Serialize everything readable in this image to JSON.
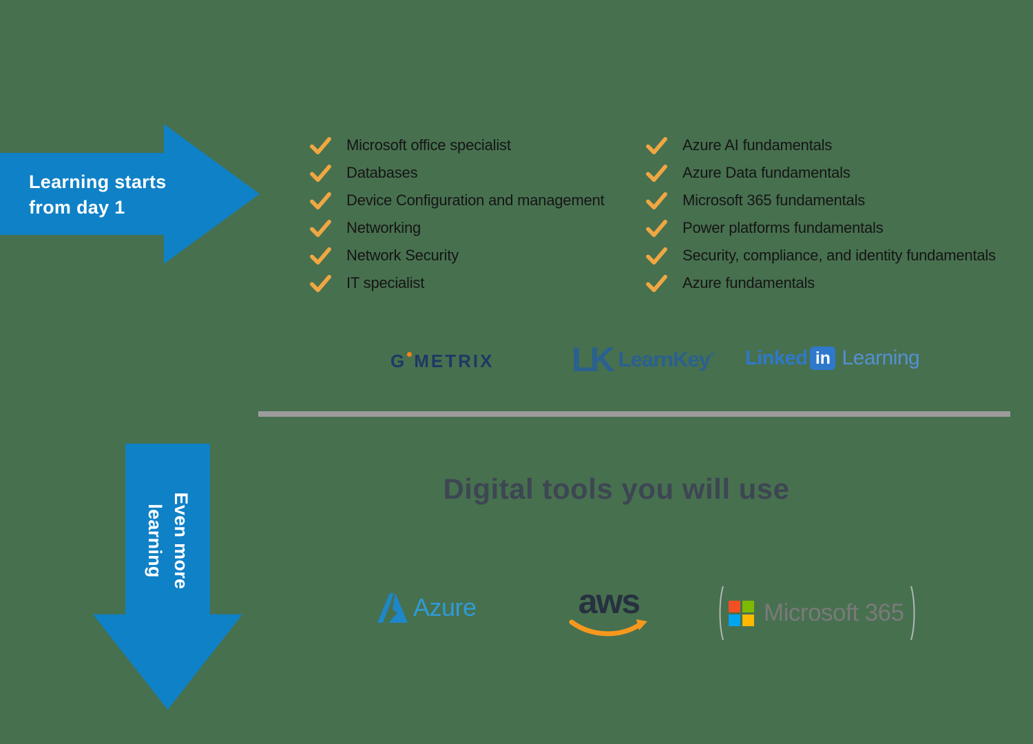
{
  "arrows": {
    "right": {
      "line1": "Learning starts",
      "line2": "from day 1"
    },
    "down": {
      "line1": "Even more",
      "line2": "learning"
    }
  },
  "checklists": {
    "left": [
      "Microsoft office specialist",
      "Databases",
      "Device Configuration and management",
      "Networking",
      "Network Security",
      "IT specialist"
    ],
    "right": [
      "Azure AI fundamentals",
      "Azure Data fundamentals",
      "Microsoft 365 fundamentals",
      "Power platforms fundamentals",
      "Security, compliance, and identity fundamentals",
      "Azure fundamentals"
    ]
  },
  "providers": {
    "gmetrix": {
      "g": "G",
      "rest": "METRIX"
    },
    "learnkey": {
      "monogram": "LK",
      "name": "LearnKey",
      "reg": "®"
    },
    "linkedin": {
      "part1": "Linked",
      "badge": "in",
      "part2": "Learning"
    }
  },
  "section2": {
    "title": "Digital tools you will use",
    "tools": {
      "azure": "Azure",
      "aws": "aws",
      "microsoft365": "Microsoft 365"
    }
  },
  "colors": {
    "bg": "#47704F",
    "arrow": "#0F81C7",
    "check": "#EFA742",
    "ink": "#151515",
    "divider": "#9C9C9C",
    "title-ink": "#3D4653",
    "gmetrix-navy": "#1F3864",
    "gmetrix-dot": "#F5831F",
    "learnkey-blue": "#2B608F",
    "linkedin-blue": "#2E79CB",
    "linkedin-light": "#5590D4",
    "azure-blue": "#1E87CA",
    "azure-text": "#2F9BD8",
    "aws-ink": "#27313F",
    "aws-orange": "#F7981D",
    "ms-red": "#F25022",
    "ms-green": "#7FBA00",
    "ms-blue": "#00A4EF",
    "ms-yellow": "#FFB900",
    "ms-gray": "#7A7A7A",
    "bracket-gray": "#AEB9B3"
  }
}
